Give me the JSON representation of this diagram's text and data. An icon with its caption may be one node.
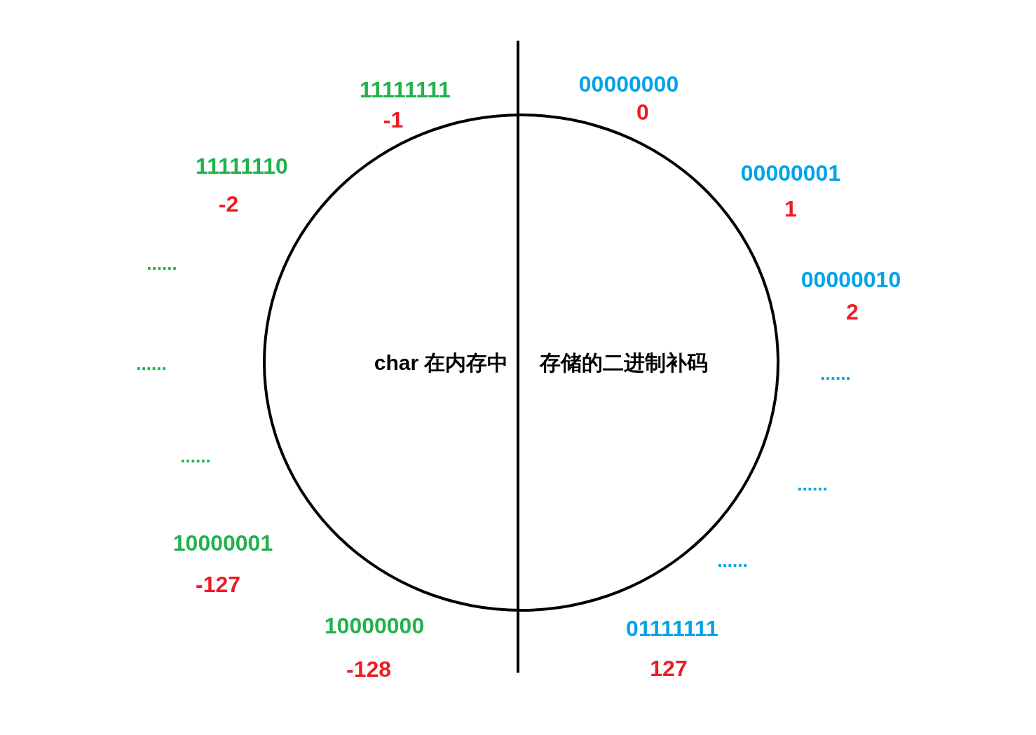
{
  "diagram": {
    "nodes": [
      {
        "text": [
          "char 在内存中",
          "存储的二进制补码"
        ]
      }
    ],
    "labels": [
      "11111111",
      "00000000",
      "-1",
      "0",
      "11111110",
      "00000001",
      "-2",
      "1",
      "......",
      "00000010",
      "2",
      "......",
      "......",
      "......",
      "......",
      "10000001",
      "......",
      "-127",
      "10000000",
      "01111111",
      "-128",
      "127"
    ]
  }
}
